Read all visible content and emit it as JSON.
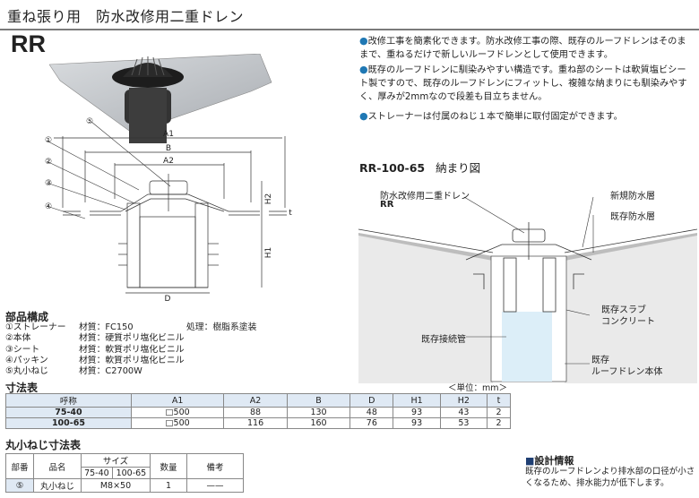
{
  "header": {
    "title": "重ね張り用　防水改修用二重ドレン"
  },
  "model": "RR",
  "bullets": [
    "改修工事を簡素化できます。防水改修工事の際、既存のルーフドレンはそのままで、重ねるだけで新しいルーフドレンとして使用できます。",
    "既存のルーフドレンに馴染みやすい構造です。重ね部のシートは軟質塩ビシート製ですので、既存のルーフドレンにフィットし、複雑な納まりにも馴染みやすく、厚みが2mmなので段差も目立ちません。",
    "ストレーナーは付属のねじ１本で簡単に取付固定ができます。"
  ],
  "drawing": {
    "callouts": [
      "①",
      "②",
      "③",
      "④",
      "⑤"
    ],
    "dims": {
      "a1": "A1",
      "b": "B",
      "a2": "A2",
      "h2": "H2",
      "t": "t",
      "h1": "H1",
      "d": "D"
    }
  },
  "install": {
    "title": "RR-100-65",
    "subtitle": "納まり図",
    "labels": {
      "drain": "防水改修用二重ドレン",
      "drain_model": "RR",
      "new_layer": "新規防水層",
      "old_layer": "既存防水層",
      "pipe": "既存接続管",
      "slab1": "既存スラブ",
      "slab2": "コンクリート",
      "body1": "既存",
      "body2": "ルーフドレン本体"
    }
  },
  "parts": {
    "title": "部品構成",
    "rows": [
      [
        "①ストレーナー",
        "材質：FC150",
        "処理：樹脂系塗装"
      ],
      [
        "②本体",
        "材質：硬質ポリ塩化ビニル",
        ""
      ],
      [
        "③シート",
        "材質：軟質ポリ塩化ビニル",
        ""
      ],
      [
        "④パッキン",
        "材質：軟質ポリ塩化ビニル",
        ""
      ],
      [
        "⑤丸小ねじ",
        "材質：C2700W",
        ""
      ]
    ]
  },
  "dims": {
    "title": "寸法表",
    "unit": "＜単位：mm＞",
    "headers": [
      "呼称",
      "A1",
      "A2",
      "B",
      "D",
      "H1",
      "H2",
      "t"
    ],
    "rows": [
      [
        "75-40",
        "□500",
        "88",
        "130",
        "48",
        "93",
        "43",
        "2"
      ],
      [
        "100-65",
        "□500",
        "116",
        "160",
        "76",
        "93",
        "53",
        "2"
      ]
    ]
  },
  "screw": {
    "title": "丸小ねじ寸法表",
    "h_part": "部番",
    "h_name": "品名",
    "h_size": "サイズ",
    "h_s1": "75-40",
    "h_s2": "100-65",
    "h_qty": "数量",
    "h_note": "備考",
    "row": {
      "part": "⑤",
      "name": "丸小ねじ",
      "size": "M8×50",
      "qty": "1",
      "note": "——"
    }
  },
  "design": {
    "title": "設計情報",
    "text": "既存のルーフドレンより排水部の口径が小さくなるため、排水能力が低下します。"
  }
}
